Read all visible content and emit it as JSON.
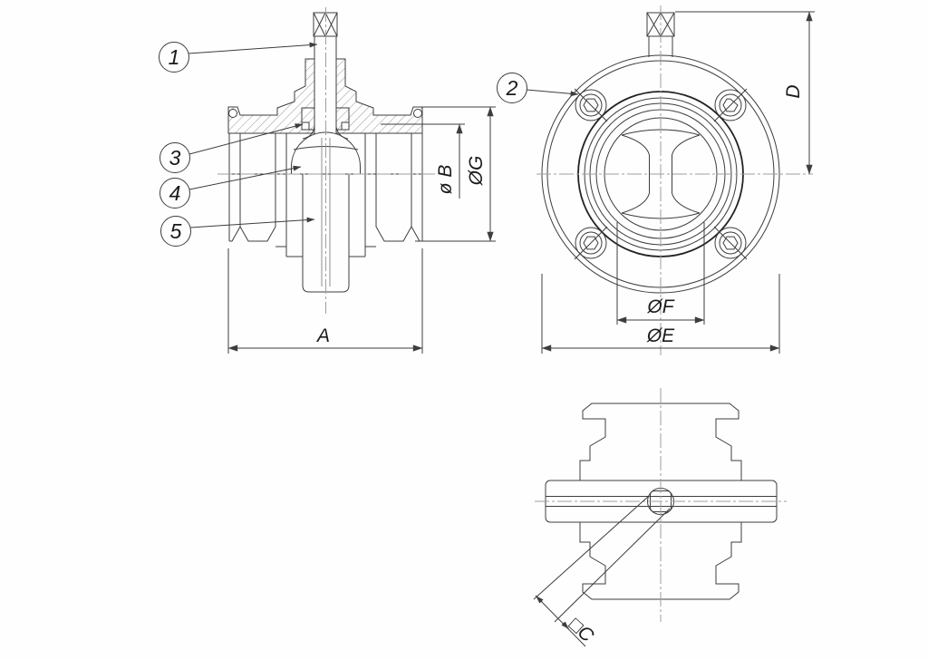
{
  "drawing": {
    "views": {
      "section_view": "valve cross-section side view",
      "front_view": "flange front view",
      "top_view": "valve top view"
    },
    "callouts": {
      "stem": "1",
      "bolt": "2",
      "seal": "3",
      "ball": "4",
      "shaft": "5"
    },
    "dimensions": {
      "face_to_face": "A",
      "stem_bore": "ø B",
      "clamp_od": "ØG",
      "height": "D",
      "bore": "ØF",
      "flange_od": "ØE",
      "square_drive": "□C"
    },
    "colors": {
      "line": "#3d3d3d",
      "thick_line": "#232323",
      "centerline": "#9f9f9f",
      "hidden": "#8f8f8f",
      "text": "#1a1a1a",
      "background": "#fefefe"
    }
  }
}
